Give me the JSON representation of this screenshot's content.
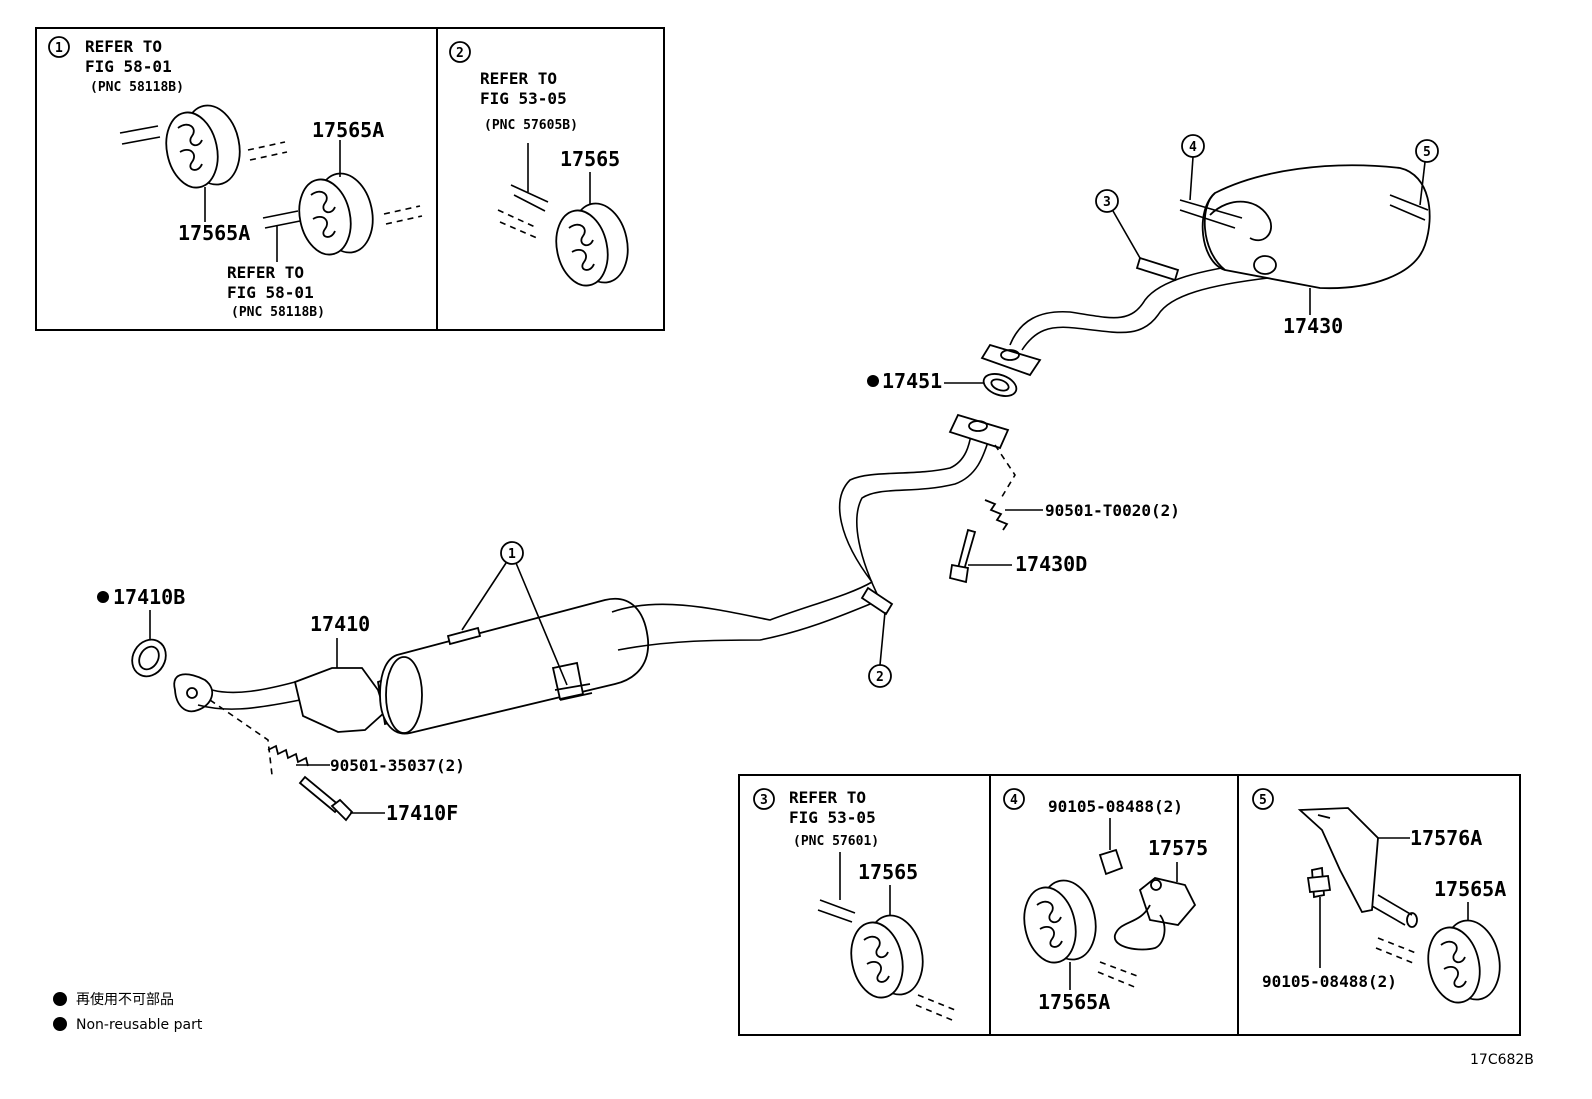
{
  "diagram_id": "17C682B",
  "legend": {
    "japanese": "再使用不可部品",
    "english": "Non-reusable part"
  },
  "insets": [
    {
      "number": "1",
      "refs": [
        {
          "line1": "REFER TO",
          "line2": "FIG 58-01",
          "line3": "(PNC 58118B)"
        },
        {
          "line1": "REFER TO",
          "line2": "FIG 58-01",
          "line3": "(PNC 58118B)"
        }
      ],
      "parts": [
        "17565A",
        "17565A"
      ]
    },
    {
      "number": "2",
      "refs": [
        {
          "line1": "REFER TO",
          "line2": "FIG 53-05",
          "line3": "(PNC 57605B)"
        }
      ],
      "parts": [
        "17565"
      ]
    },
    {
      "number": "3",
      "refs": [
        {
          "line1": "REFER TO",
          "line2": "FIG 53-05",
          "line3": "(PNC 57601)"
        }
      ],
      "parts": [
        "17565"
      ]
    },
    {
      "number": "4",
      "parts": [
        "90105-08488(2)",
        "17575",
        "17565A"
      ]
    },
    {
      "number": "5",
      "parts": [
        "17576A",
        "17565A",
        "90105-08488(2)"
      ]
    }
  ],
  "main_parts": {
    "p17410B": "17410B",
    "p17410": "17410",
    "p90501a": "90501-35037(2)",
    "p17410F": "17410F",
    "p17451": "17451",
    "p90501b": "90501-T0020(2)",
    "p17430D": "17430D",
    "p17430": "17430"
  },
  "callouts": [
    "1",
    "2",
    "3",
    "4",
    "5"
  ],
  "non_reusable_parts": [
    "17410B",
    "17451"
  ]
}
